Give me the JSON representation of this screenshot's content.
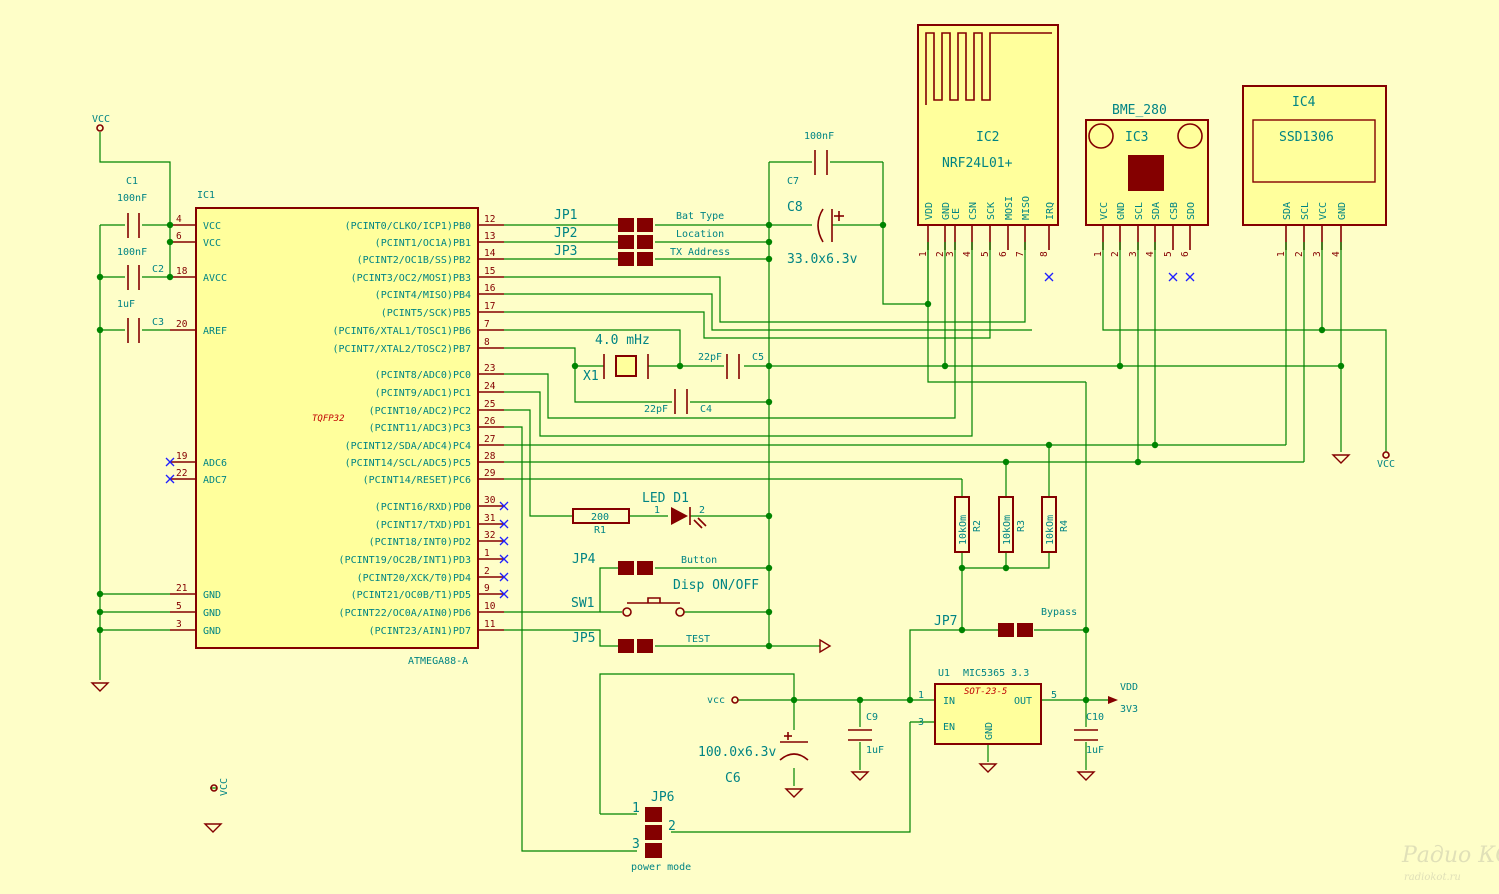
{
  "ic1": {
    "ref": "IC1",
    "part": "ATMEGA88-A",
    "package": "TQFP32",
    "left_pins": [
      {
        "num": "4",
        "name": "VCC"
      },
      {
        "num": "6",
        "name": "VCC"
      },
      {
        "num": "18",
        "name": "AVCC"
      },
      {
        "num": "20",
        "name": "AREF"
      },
      {
        "num": "19",
        "name": "ADC6"
      },
      {
        "num": "22",
        "name": "ADC7"
      },
      {
        "num": "21",
        "name": "GND"
      },
      {
        "num": "5",
        "name": "GND"
      },
      {
        "num": "3",
        "name": "GND"
      }
    ],
    "right_pins": [
      {
        "num": "12",
        "name": "(PCINT0/CLKO/ICP1)PB0"
      },
      {
        "num": "13",
        "name": "(PCINT1/OC1A)PB1"
      },
      {
        "num": "14",
        "name": "(PCINT2/OC1B/SS)PB2"
      },
      {
        "num": "15",
        "name": "(PCINT3/OC2/MOSI)PB3"
      },
      {
        "num": "16",
        "name": "(PCINT4/MISO)PB4"
      },
      {
        "num": "17",
        "name": "(PCINT5/SCK)PB5"
      },
      {
        "num": "7",
        "name": "(PCINT6/XTAL1/TOSC1)PB6"
      },
      {
        "num": "8",
        "name": "(PCINT7/XTAL2/TOSC2)PB7"
      },
      {
        "num": "23",
        "name": "(PCINT8/ADC0)PC0"
      },
      {
        "num": "24",
        "name": "(PCINT9/ADC1)PC1"
      },
      {
        "num": "25",
        "name": "(PCINT10/ADC2)PC2"
      },
      {
        "num": "26",
        "name": "(PCINT11/ADC3)PC3"
      },
      {
        "num": "27",
        "name": "(PCINT12/SDA/ADC4)PC4"
      },
      {
        "num": "28",
        "name": "(PCINT14/SCL/ADC5)PC5"
      },
      {
        "num": "29",
        "name": "(PCINT14/RESET)PC6"
      },
      {
        "num": "30",
        "name": "(PCINT16/RXD)PD0"
      },
      {
        "num": "31",
        "name": "(PCINT17/TXD)PD1"
      },
      {
        "num": "32",
        "name": "(PCINT18/INT0)PD2"
      },
      {
        "num": "1",
        "name": "(PCINT19/OC2B/INT1)PD3"
      },
      {
        "num": "2",
        "name": "(PCINT20/XCK/T0)PD4"
      },
      {
        "num": "9",
        "name": "(PCINT21/OC0B/T1)PD5"
      },
      {
        "num": "10",
        "name": "(PCINT22/OC0A/AIN0)PD6"
      },
      {
        "num": "11",
        "name": "(PCINT23/AIN1)PD7"
      }
    ]
  },
  "ic2": {
    "ref": "IC2",
    "part": "NRF24L01+",
    "pins": [
      {
        "num": "1",
        "name": "VDD"
      },
      {
        "num": "2",
        "name": "GND"
      },
      {
        "num": "3",
        "name": "CE"
      },
      {
        "num": "4",
        "name": "CSN"
      },
      {
        "num": "5",
        "name": "SCK"
      },
      {
        "num": "6",
        "name": "MOSI"
      },
      {
        "num": "7",
        "name": "MISO"
      },
      {
        "num": "8",
        "name": "IRQ"
      }
    ]
  },
  "ic3": {
    "ref": "IC3",
    "part": "BME_280",
    "pins": [
      {
        "num": "1",
        "name": "VCC"
      },
      {
        "num": "2",
        "name": "GND"
      },
      {
        "num": "3",
        "name": "SCL"
      },
      {
        "num": "4",
        "name": "SDA"
      },
      {
        "num": "5",
        "name": "CSB"
      },
      {
        "num": "6",
        "name": "SDO"
      }
    ]
  },
  "ic4": {
    "ref": "IC4",
    "part": "SSD1306",
    "pins": [
      {
        "num": "1",
        "name": "SDA"
      },
      {
        "num": "2",
        "name": "SCL"
      },
      {
        "num": "3",
        "name": "VCC"
      },
      {
        "num": "4",
        "name": "GND"
      }
    ]
  },
  "u1": {
    "ref": "U1",
    "part": "MIC5365 3.3",
    "package": "SOT-23-5",
    "pin_in": "IN",
    "pin_en": "EN",
    "pin_out": "OUT",
    "pin_gnd": "GND",
    "n_in": "1",
    "n_en": "3",
    "n_out": "5"
  },
  "caps": {
    "c1_ref": "C1",
    "c1_val": "100nF",
    "c2_ref": "C2",
    "c2_val": "100nF",
    "c3_ref": "C3",
    "c3_val": "1uF",
    "c4_ref": "C4",
    "c4_val": "22pF",
    "c5_ref": "C5",
    "c5_val": "22pF",
    "c6_ref": "C6",
    "c6_val": "100.0x6.3v",
    "c7_ref": "C7",
    "c7_val": "100nF",
    "c8_ref": "C8",
    "c8_val": "33.0x6.3v",
    "c9_ref": "C9",
    "c9_val": "1uF",
    "c10_ref": "C10",
    "c10_val": "1uF"
  },
  "crystal": {
    "ref": "X1",
    "val": "4.0 mHz"
  },
  "resistors": {
    "r1_ref": "R1",
    "r1_val": "200",
    "r2_ref": "R2",
    "r2_val": "10kOm",
    "r3_ref": "R3",
    "r3_val": "10kOm",
    "r4_ref": "R4",
    "r4_val": "10kOm"
  },
  "led": {
    "label": "LED D1",
    "pin1": "1",
    "pin2": "2"
  },
  "jumpers": {
    "jp1": "JP1",
    "jp1_desc": "Bat Type",
    "jp2": "JP2",
    "jp2_desc": "Location",
    "jp3": "JP3",
    "jp3_desc": "TX Address",
    "jp4": "JP4",
    "jp4_desc": "Button",
    "jp5": "JP5",
    "jp5_desc": "TEST",
    "jp6": "JP6",
    "jp6_desc": "power mode",
    "jp6_p1": "1",
    "jp6_p2": "2",
    "jp6_p3": "3",
    "jp7": "JP7",
    "jp7_desc": "Bypass"
  },
  "sw1": {
    "ref": "SW1",
    "desc": "Disp ON/OFF"
  },
  "nets": {
    "vcc": "VCC",
    "vdd": "VDD",
    "v33": "3V3",
    "vcc_lower": "vcc"
  },
  "watermark": {
    "line1": "Радио КОТ",
    "line2": "radiokot.ru"
  },
  "colors": {
    "background": "#fefec8",
    "wire": "#008400",
    "part": "#840000",
    "ic_fill": "#ffff9c",
    "text": "#008484"
  }
}
